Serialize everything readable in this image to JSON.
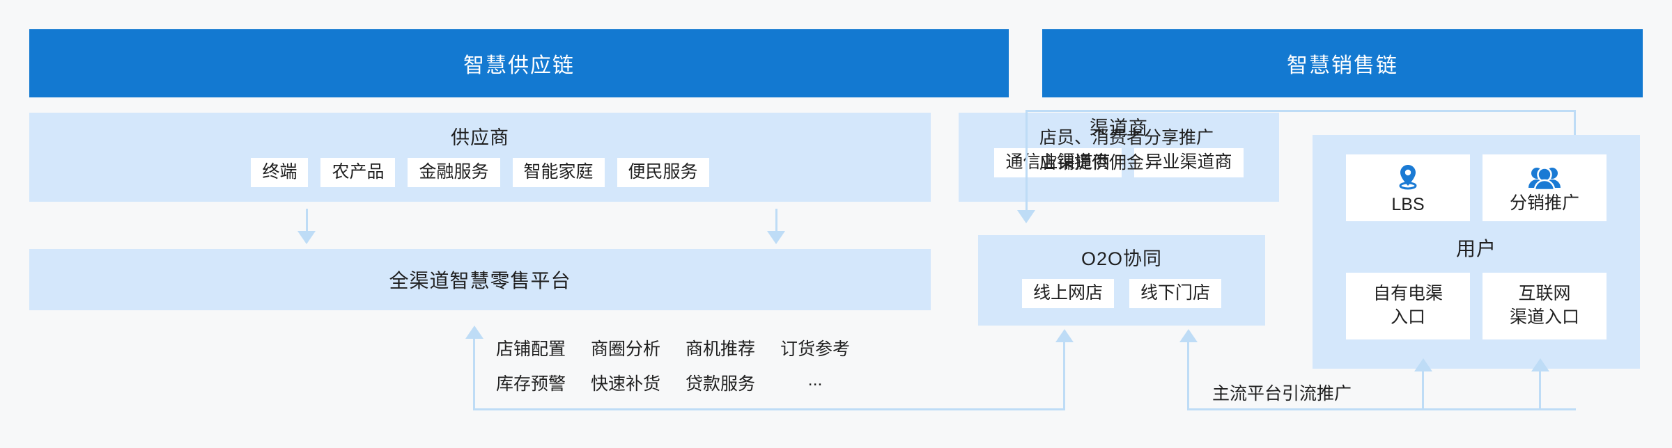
{
  "headers": {
    "supply_chain": "智慧供应链",
    "sales_chain": "智慧销售链"
  },
  "supplier": {
    "title": "供应商",
    "chips": [
      "终端",
      "农产品",
      "金融服务",
      "智能家庭",
      "便民服务"
    ]
  },
  "channel": {
    "title": "渠道商",
    "chips": [
      "通信业渠道商",
      "异业渠道商"
    ]
  },
  "platform": {
    "title": "全渠道智慧零售平台"
  },
  "services": [
    "店铺配置",
    "商圈分析",
    "商机推荐",
    "订货参考",
    "库存预警",
    "快速补货",
    "贷款服务",
    "..."
  ],
  "o2o": {
    "title": "O2O协同",
    "chips": [
      "线上网店",
      "线下门店"
    ]
  },
  "user": {
    "title": "用户",
    "icon_cards": [
      {
        "label": "LBS",
        "icon": "location-pin-icon"
      },
      {
        "label": "分销推广",
        "icon": "users-group-icon"
      }
    ],
    "entry_cards": [
      "自有电渠\n入口",
      "互联网\n渠道入口"
    ]
  },
  "notes": {
    "share_promo": "店员、消费者分享推广\n店铺提供佣金",
    "platform_traffic": "主流平台引流推广"
  },
  "colors": {
    "header_blue": "#1379d1",
    "panel_blue": "#d4e7fb",
    "connector_blue": "#bedcf6",
    "icon_blue": "#1a7ad4",
    "page_bg": "#f7f8f9"
  }
}
